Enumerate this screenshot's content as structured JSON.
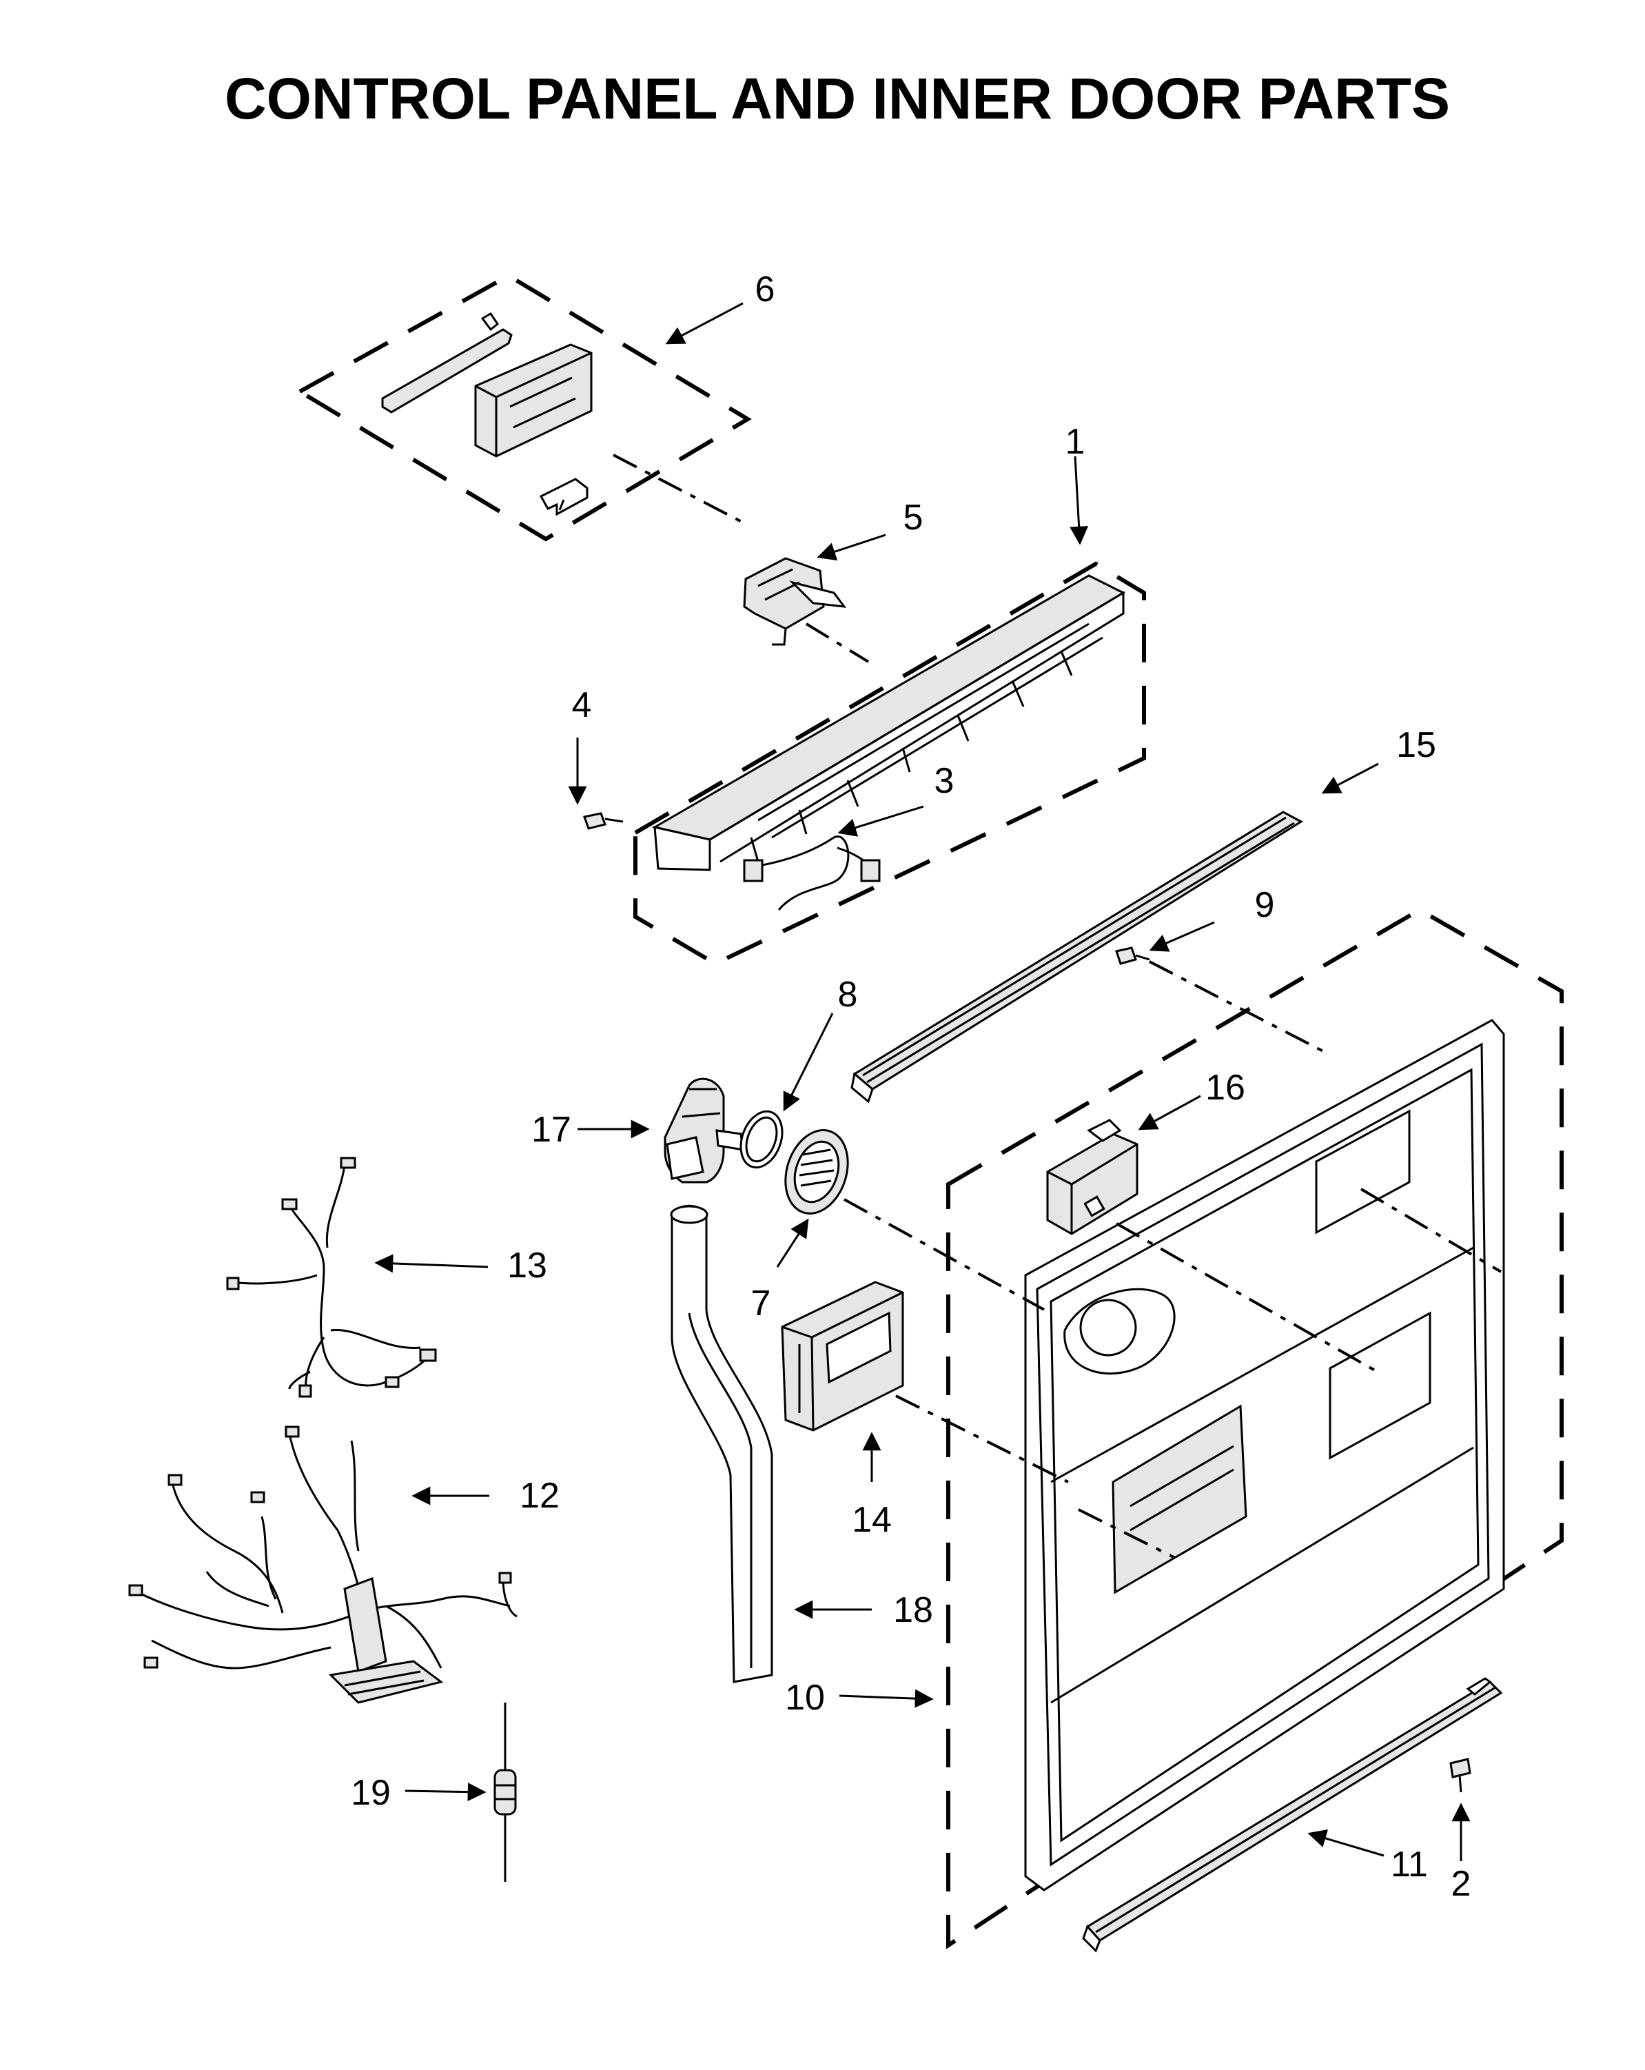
{
  "title": "CONTROL PANEL AND INNER DOOR PARTS",
  "callouts": [
    {
      "id": "c1",
      "label": "1"
    },
    {
      "id": "c2",
      "label": "2"
    },
    {
      "id": "c3",
      "label": "3"
    },
    {
      "id": "c4",
      "label": "4"
    },
    {
      "id": "c5",
      "label": "5"
    },
    {
      "id": "c6",
      "label": "6"
    },
    {
      "id": "c7",
      "label": "7"
    },
    {
      "id": "c8",
      "label": "8"
    },
    {
      "id": "c9",
      "label": "9"
    },
    {
      "id": "c10",
      "label": "10"
    },
    {
      "id": "c11",
      "label": "11"
    },
    {
      "id": "c12",
      "label": "12"
    },
    {
      "id": "c13",
      "label": "13"
    },
    {
      "id": "c14",
      "label": "14"
    },
    {
      "id": "c15",
      "label": "15"
    },
    {
      "id": "c16",
      "label": "16"
    },
    {
      "id": "c17",
      "label": "17"
    },
    {
      "id": "c18",
      "label": "18"
    },
    {
      "id": "c19",
      "label": "19"
    }
  ]
}
